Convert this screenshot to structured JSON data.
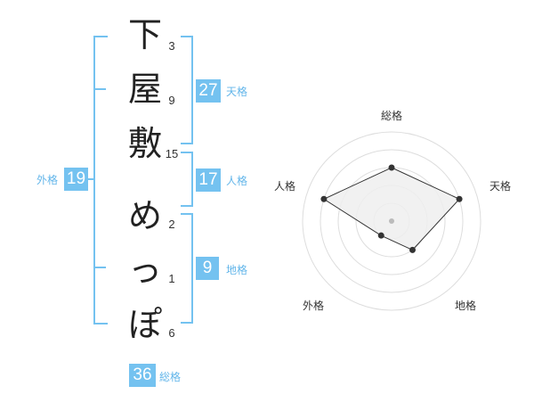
{
  "name_characters": [
    {
      "char": "下",
      "strokes": "3"
    },
    {
      "char": "屋",
      "strokes": "9"
    },
    {
      "char": "敷",
      "strokes": "15"
    },
    {
      "char": "め",
      "strokes": "2"
    },
    {
      "char": "っ",
      "strokes": "1"
    },
    {
      "char": "ぽ",
      "strokes": "6"
    }
  ],
  "kakaku": {
    "tenkaku": {
      "value": "27",
      "label": "天格"
    },
    "jinkaku": {
      "value": "17",
      "label": "人格"
    },
    "chikaku": {
      "value": "9",
      "label": "地格"
    },
    "gaikaku": {
      "value": "19",
      "label": "外格"
    },
    "soukaku": {
      "value": "36",
      "label": "総格"
    }
  },
  "radar": {
    "axes": [
      "総格",
      "天格",
      "地格",
      "外格",
      "人格"
    ],
    "levels": [
      3,
      4,
      2,
      1,
      4
    ],
    "max_level": 5,
    "colors": {
      "line": "#333333",
      "fill": "#eeeeee",
      "grid": "#dddddd",
      "dot": "#333333",
      "center": "#bbbbbb"
    }
  }
}
